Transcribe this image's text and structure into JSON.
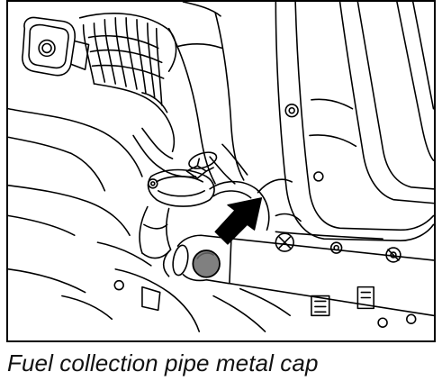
{
  "caption": {
    "text": "Fuel collection pipe metal cap"
  },
  "illustration": {
    "style": "black line drawing on white",
    "highlighted_part": "fuel collection pipe metal cap",
    "highlight_color": "#808080",
    "arrow_icon": "arrow-down-left-icon"
  }
}
